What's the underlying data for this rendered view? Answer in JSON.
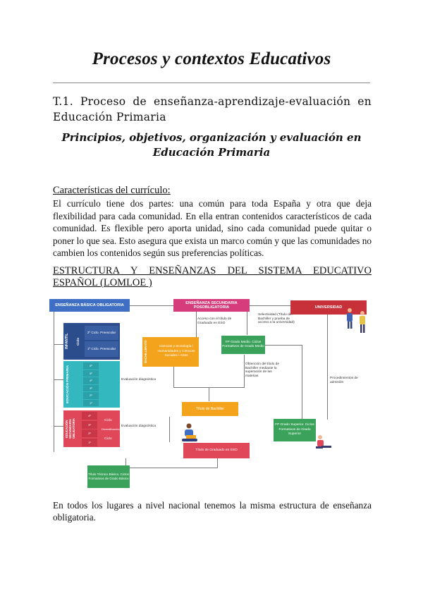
{
  "title": "Procesos y contextos Educativos",
  "section_heading": "T.1. Proceso de enseñanza-aprendizaje-evaluación en Educación Primaria",
  "sub_heading": "Principios, objetivos, organización y evaluación en Educación Primaria",
  "curriculum": {
    "heading": "Características del currículo:",
    "body": "El currículo tiene dos partes: una común para toda España y otra que deja flexibilidad para cada comunidad. En ella entran contenidos característicos de cada comunidad. Es flexible pero aporta unidad, sino cada comunidad puede quitar o poner lo que sea. Esto asegura que exista un marco común y que las comunidades no cambien los contenidos según sus preferencias políticas."
  },
  "structure_heading": "ESTRUCTURA Y ENSEÑANZAS DEL SISTEMA EDUCATIVO ESPAÑOL (LOMLOE )",
  "diagram": {
    "basic": "ENSEÑANZA BÁSICA OBLIGATORIA",
    "secondary": "ENSEÑANZA SECUNDARIA POSOBLIGATORIA",
    "university": "UNIVERSIDAD",
    "infantil_label": "INFANTIL",
    "ciclo": "Ciclo",
    "infantil_1": "2º Ciclo. Preescolar",
    "infantil_2": "1º Ciclo. Preescolar",
    "primaria_label": "EDUCACIÓN PRIMARIA",
    "primary_grades": [
      "6º",
      "5º",
      "4º",
      "3º",
      "2º",
      "1º"
    ],
    "eso_label": "EDUCACIÓN SECUNDARIA OBLIGATORIA",
    "eso_grades": [
      "4º",
      "3º",
      "2º",
      "1º"
    ],
    "eso_sides": [
      "Ciclo",
      "Diversificación",
      "Ciclo"
    ],
    "eval_note_1": "Evaluación diagnóstica",
    "eval_note_2": "Evaluación diagnóstica",
    "access_note": "Acceso con el título de Graduado en ESO",
    "selectividad_note": "Selectividad (Título de Bachiller y prueba de acceso a la universidad)",
    "bach_label": "BACHILLERATO",
    "bach_box": "Ciencias y tecnología / Humanidades y Ciencias Sociales / Artes",
    "fp_medio": "FP Grado Medio. Ciclos Formativos de Grado Medio",
    "fp_medio_note": "Obtención del título de Bachiller mediante la superación de las materias",
    "titulo_bachiller": "Título de Bachiller",
    "fp_superior": "FP Grado Superior. Ciclos Formativos de Grado Superior",
    "procedimientos": "Procedimientos de admisión",
    "graduado_eso": "Título de Graduado en ESO",
    "fp_basica": "Título Técnico Básico. Ciclos Formativos de Grado Básico"
  },
  "closing": "En todos los lugares a nivel nacional tenemos la misma estructura de enseñanza obligatoria.",
  "colors": {
    "blue": "#3f6fc4",
    "navy": "#2c4d8c",
    "magenta": "#d63b7c",
    "red": "#c9313a",
    "teal": "#34b8bf",
    "pink_red": "#e0485a",
    "orange": "#f3a31c",
    "green": "#3aa25a"
  }
}
